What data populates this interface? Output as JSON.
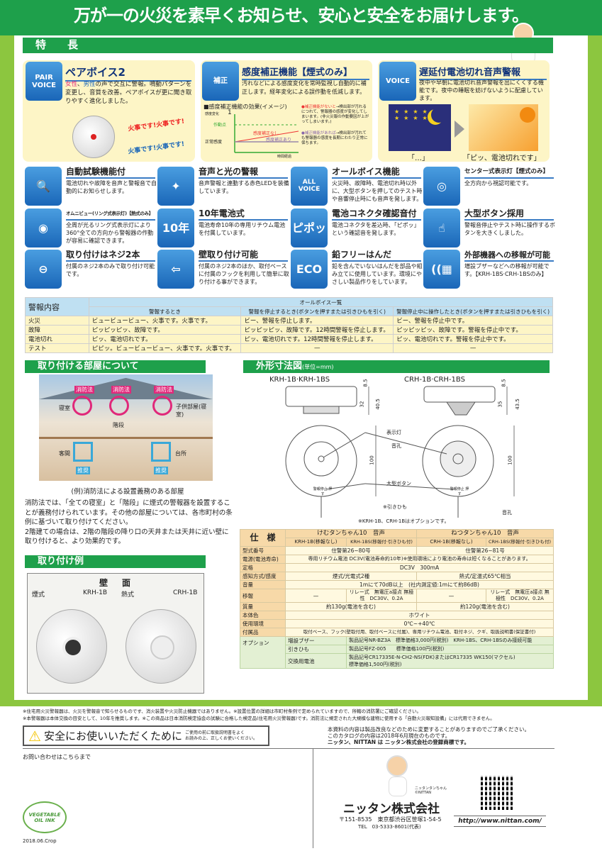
{
  "header": {
    "title": "万が一の火災を素早くお知らせ、安心と安全をお届けします。"
  },
  "features_heading": "特　　長",
  "top_features": [
    {
      "icon": "pair-voice-icon",
      "icon_text": "PAIR VOICE",
      "title": "ペアボイス2",
      "text_female": "女性",
      "text_sep": "、",
      "text_male": "男性",
      "text_rest": "の声で交互に警報。鳴動パターンを変更し、音質を改善。ペアボイスが更に聞き取りやすく進化しました。",
      "bubble1": "火事です!火事です!",
      "bubble2": "火事です!火事です!"
    },
    {
      "icon": "sensitivity-correction-icon",
      "icon_text": "補正",
      "title": "感度補正機能【煙式のみ】",
      "text": "汚れなどによる感度変化を常時監視し自動的に補正します。経年変化による誤作動を低減します。",
      "chart_title": "■感度補正機能の効果(イメージ)",
      "y_label": "感度変化",
      "y_top": "1",
      "threshold_label": "作動点",
      "normal_label": "正常感度",
      "line_without": "感度補正なし",
      "line_with": "感度補正あり",
      "x_label": "時間経過",
      "note1_red": "●補正機能がないと",
      "note1": "→検出部が汚れるにつれて、警報器の感度が変化してしまいます。(非火災報の作動要因が上がってしまいます。)",
      "note2_purple": "●補正機能があれば",
      "note2": "→検出部が汚れても警報器の感度を長期にわたり正常に保ちます。"
    },
    {
      "icon": "battery-voice-icon",
      "icon_text": "VOICE",
      "title": "遅延付電池切れ音声警報",
      "text": "夜中や早朝に電池切れ音声警報を出にくくする機能です。夜中の睡眠を妨げないように配慮しています。",
      "night_caption": "「…」",
      "morning_caption": "「ピッ、電池切れです」"
    }
  ],
  "features": [
    {
      "icon": "self-test-icon",
      "glyph": "🔍",
      "title": "自動試験機能付",
      "text": "電池切れや故障を音声と警報音で自動的にお知らせします。"
    },
    {
      "icon": "voice-light-icon",
      "glyph": "✦",
      "title": "音声と光の警報",
      "text": "音声警報と連動する赤色LEDを装備しています。"
    },
    {
      "icon": "all-voice-icon",
      "glyph": "ALL VOICE",
      "title": "オールボイス機能",
      "text": "火災時、故障時、電池切れ時以外に、大型ボタンを押してのテスト時や音響停止時にも音声を発します。"
    },
    {
      "icon": "center-indicator-icon",
      "glyph": "◎",
      "title": "センター式表示灯【煙式のみ】",
      "text": "全方向から視認可能です。"
    },
    {
      "icon": "omni-view-icon",
      "glyph": "◉",
      "title": "オムニビュー(リング式表示灯)【熱式のみ】",
      "text": "全周が光るリング式表示灯により360°全ての方向から警報器の作動が容易に確認できます。"
    },
    {
      "icon": "battery-10year-icon",
      "glyph": "10年",
      "title": "10年電池式",
      "text": "電池寿命10年の専用リチウム電池を付属しています。"
    },
    {
      "icon": "connector-sound-icon",
      "glyph": "ピポッ",
      "title": "電池コネクタ確認音付",
      "text": "電池コネクタを差込時、「ピポッ」という確認音を発します。"
    },
    {
      "icon": "large-button-icon",
      "glyph": "☝",
      "title": "大型ボタン採用",
      "text": "警報音停止やテスト時に操作するボタンを大きくしました。"
    },
    {
      "icon": "two-screws-icon",
      "glyph": "⊖",
      "title": "取り付けはネジ2本",
      "text": "付属のネジ2本のみで取り付け可能です。"
    },
    {
      "icon": "wall-mount-icon",
      "glyph": "⇦",
      "title": "壁取り付け可能",
      "text": "付属のネジ2本のほか、取付ベースに付属のフックを利用して簡単に取り付ける事ができます。"
    },
    {
      "icon": "eco-lead-free-icon",
      "glyph": "ECO",
      "title": "鉛フリーはんだ",
      "text": "鉛を含んでいないはんだを部品や組み立てに使用しています。環境にやさしい製品作りをしています。"
    },
    {
      "icon": "external-relay-icon",
      "glyph": "((▦",
      "title": "外部機器への移報が可能",
      "text": "増設ブザーなどへの移報が可能です。【KRH-1BS·CRH-1BSのみ】"
    }
  ],
  "alarm_table": {
    "corner": "警報内容",
    "group": "オールボイス一覧",
    "columns": [
      "警報するとき",
      "警報を停止するとき(ボタンを押すまたは引きひもを引く)",
      "警報停止中に操作したとき(ボタンを押すまたは引きひもを引く)"
    ],
    "rows": [
      {
        "label": "火災",
        "cells": [
          "ビュービュービュー、火事です。火事です。",
          "ビー、警報を停止します。",
          "ビー、警報を停止中です。"
        ]
      },
      {
        "label": "故障",
        "cells": [
          "ピッピッピッ、故障です。",
          "ピッピッピッ、故障です。12時間警報を停止します。",
          "ピッピッピッ、故障です。警報を停止中です。"
        ]
      },
      {
        "label": "電池切れ",
        "cells": [
          "ピッ、電池切れです。",
          "ピッ、電池切れです。12時間警報を停止します。",
          "ピッ、電池切れです。警報を停止中です。"
        ]
      },
      {
        "label": "テスト",
        "cells": [
          "ピピッ。ビュービュービュー、火事です。火事です。",
          "—",
          "—"
        ]
      }
    ]
  },
  "rooms": {
    "heading": "取り付ける部屋について",
    "tag_law": "消防法",
    "tag_recommended": "推奨",
    "room_bedroom": "寝室",
    "room_stairs": "階段",
    "room_kids": "子供部屋(寝室)",
    "room_guest": "客間",
    "room_kitchen": "台所",
    "caption": "(例)消防法による設置義務のある部屋",
    "text": "消防法では、「全ての寝室」と「階段」に煙式の警報器を設置することが義務付けられています。その他の部屋については、各市町村の条例に基づいて取り付けてください。\n2階建ての場合は、2階の階段の降り口の天井または天井に近い壁に取り付けると、より効果的です。"
  },
  "install_example": {
    "heading": "取り付け例",
    "wall": "壁　面",
    "left_type": "煙式",
    "left_model": "KRH-1B",
    "right_type": "熱式",
    "right_model": "CRH-1B"
  },
  "dimensions": {
    "heading": "外形寸法図",
    "unit": "(単位=mm)",
    "left_model": "KRH-1B·KRH-1BS",
    "right_model": "CRH-1B·CRH-1BS",
    "left_dims": [
      "8.5",
      "32",
      "40.5",
      "100"
    ],
    "right_dims": [
      "8.5",
      "35",
      "43.5",
      "100"
    ],
    "label_indicator": "表示灯",
    "label_sound_hole": "音孔",
    "label_big_button": "大型ボタン",
    "label_pull_cord": "※引きひも",
    "label_sound_hole2": "音孔",
    "button_text": "警報停止 押す",
    "note": "※KRH-1B、CRH-1Bはオプションです。"
  },
  "spec": {
    "corner": "仕　様",
    "product_smoke": "けむタンちゃん10　音声",
    "product_heat": "ねつタンちゃん10　音声",
    "models": [
      "KRH-1B(移報なし)",
      "KRH-1BS(移報付·引きひも付)",
      "CRH-1B(移報なし)",
      "CRH-1BS(移報付·引きひも付)"
    ],
    "type_no": {
      "label": "型式番号",
      "smoke": "住警第26~80号",
      "heat": "住警第26~81号"
    },
    "power": {
      "label": "電源(電池寿命)",
      "value": "専用リチウム電池 DC3V(電池寿命約10年)※使用環境により電池の寿命は短くなることがあります。"
    },
    "rating": {
      "label": "定格",
      "value": "DC3V　300mA"
    },
    "detection": {
      "label": "感知方式/感度",
      "smoke": "煙式/光電式2種",
      "heat": "熱式/定温式65℃相当"
    },
    "volume": {
      "label": "音量",
      "value": "1mにて70dB以上　(社内測定値:1mにて約86dB)"
    },
    "relay": {
      "label": "移報",
      "none": "—",
      "relay_text": "リレー式　無電圧a接点 無極性　DC30V、0.2A"
    },
    "weight": {
      "label": "質量",
      "smoke": "約130g(電池を含む)",
      "heat": "約120g(電池を含む)"
    },
    "color": {
      "label": "本体色",
      "value": "ホワイト"
    },
    "environment": {
      "label": "使用環境",
      "value": "0℃~+40℃"
    },
    "accessories": {
      "label": "付属品",
      "value": "取付ベース、フック(壁取付用、取付ベースに付属)、専用リチウム電池、取付ネジ、クギ、取扱説明書(保証書付)"
    },
    "options": {
      "label": "オプション",
      "items": [
        {
          "name": "増設ブザー",
          "value": "製品記号NR-BZ3A　標準価格3,000円(税別)　KRH-1BS、CRH-1BSのみ接続可能"
        },
        {
          "name": "引きひも",
          "value": "製品記号FZ-005　　標準価格100円(税別)"
        },
        {
          "name": "交換用電池",
          "value": "製品記号CR17335E-N-CH2-NS(FDK)またはCR17335 WK150(マクセル)",
          "value2": "標準価格1,500円(税別)"
        }
      ]
    }
  },
  "notes": [
    "※住宅用火災警報器は、火災を警報音で知らせるものです、消火装置や火災防止機器ではありません。※設置位置の詳細は市町村条例で定められていますので、所轄の消防署にご確認ください。",
    "※本警報器は本体交換の目安として、10年を推奨します。※この商品は日本消防検定協会の試験に合格した検定品(住宅用火災警報器)です。消防法に規定された大規模な建物に使用する「自動火災報知設備」には代用できません。"
  ],
  "safety": {
    "title": "安全にお使いいただくために",
    "sub1": "ご使用の前に取扱説明書をよく",
    "sub2": "お読みの上、正しくお使いください。"
  },
  "disclaimer": [
    "本資料の内容は製品改良などのために変更することがありますのでご了承ください。",
    "このカタログの内容は2018年6月現在のものです。",
    "ニッタン、NITTAN は ニッタン株式会社の登録商標です。"
  ],
  "contact_label": "お問い合わせはこちらまで",
  "company": {
    "mascot_caption": "ニッタンタンちゃん ©NITTAN",
    "name": "ニッタン株式会社",
    "address": "〒151-8535　東京都渋谷区笹塚1-54-5",
    "tel": "TEL　03-5333-8601(代表)",
    "url": "http://www.nittan.com/"
  },
  "ink_logo": "VEGETABLE OIL INK",
  "print_code": "2018.06.Crop",
  "colors": {
    "green": "#1ea04b",
    "side_green": "#8cc63f",
    "blue": "#1a66b8",
    "panel_yellow": "#fdf5c6",
    "magenta": "#e0287a"
  }
}
